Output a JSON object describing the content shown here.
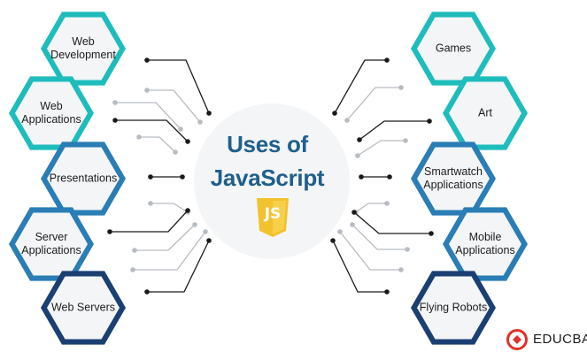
{
  "diagram": {
    "title_line1": "Uses of",
    "title_line2": "JavaScript",
    "badge": "JS",
    "left_items": [
      {
        "label": "Web Development"
      },
      {
        "label": "Web Applications"
      },
      {
        "label": "Presentations"
      },
      {
        "label": "Server Applications"
      },
      {
        "label": "Web Servers"
      }
    ],
    "right_items": [
      {
        "label": "Games"
      },
      {
        "label": "Art"
      },
      {
        "label": "Smartwatch Applications"
      },
      {
        "label": "Mobile Applications"
      },
      {
        "label": "Flying Robots"
      }
    ]
  },
  "brand": {
    "name": "EDUCBA"
  },
  "colors": {
    "teal": "#1fbcbc",
    "blue": "#2a7db5",
    "navy": "#1b3f72",
    "title": "#1f5f8b",
    "js_yellow": "#f2c12e",
    "brand_red": "#e0332b"
  }
}
